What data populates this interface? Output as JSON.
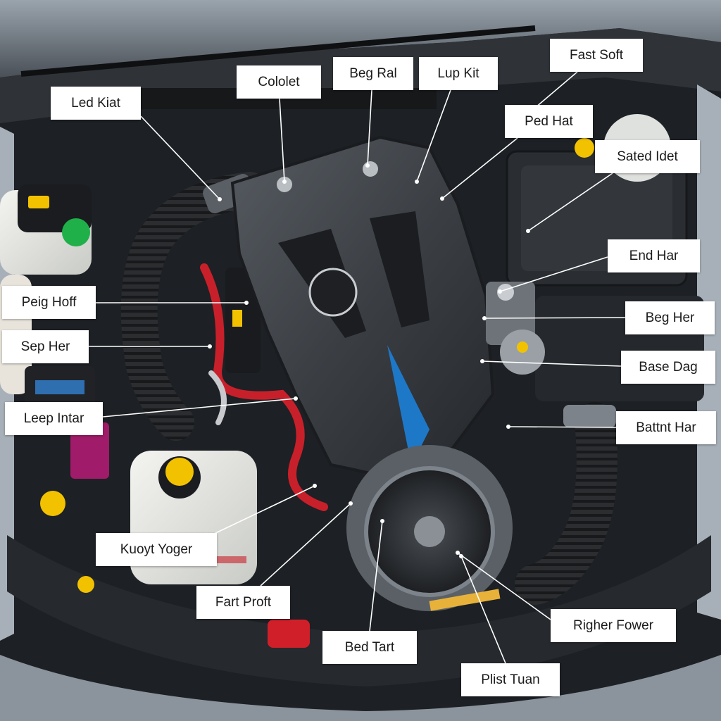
{
  "image_subject": "engine-bay",
  "colors": {
    "label_background": "#ffffff",
    "label_text": "#1b1b1b",
    "leader_line": "#ffffff",
    "engine_cover": "#3b3f44",
    "accent_blue": "#1e78c8",
    "hose_red": "#c8202a",
    "cap_yellow": "#f2c200",
    "cap_green": "#1fb04a"
  },
  "labels": [
    {
      "id": "led-kiat",
      "text": "Led Kiat"
    },
    {
      "id": "cololet",
      "text": "Cololet"
    },
    {
      "id": "beg-ral",
      "text": "Beg Ral"
    },
    {
      "id": "lup-kit",
      "text": "Lup Kit"
    },
    {
      "id": "fast-soft",
      "text": "Fast Soft"
    },
    {
      "id": "ped-hat",
      "text": "Ped Hat"
    },
    {
      "id": "sated-idet",
      "text": "Sated Idet"
    },
    {
      "id": "end-har",
      "text": "End Har"
    },
    {
      "id": "peig-hoff",
      "text": "Peig Hoff"
    },
    {
      "id": "beg-her",
      "text": "Beg Her"
    },
    {
      "id": "sep-her",
      "text": "Sep Her"
    },
    {
      "id": "base-dag",
      "text": "Base Dag"
    },
    {
      "id": "leep-intar",
      "text": "Leep Intar"
    },
    {
      "id": "battnt-har",
      "text": "Battnt Har"
    },
    {
      "id": "kuoyt-yoger",
      "text": "Kuoyt Yoger"
    },
    {
      "id": "fart-proft",
      "text": "Fart Proft"
    },
    {
      "id": "bed-tart",
      "text": "Bed Tart"
    },
    {
      "id": "righer-fower",
      "text": "Righer Fower"
    },
    {
      "id": "plist-tuan",
      "text": "Plist Tuan"
    }
  ]
}
